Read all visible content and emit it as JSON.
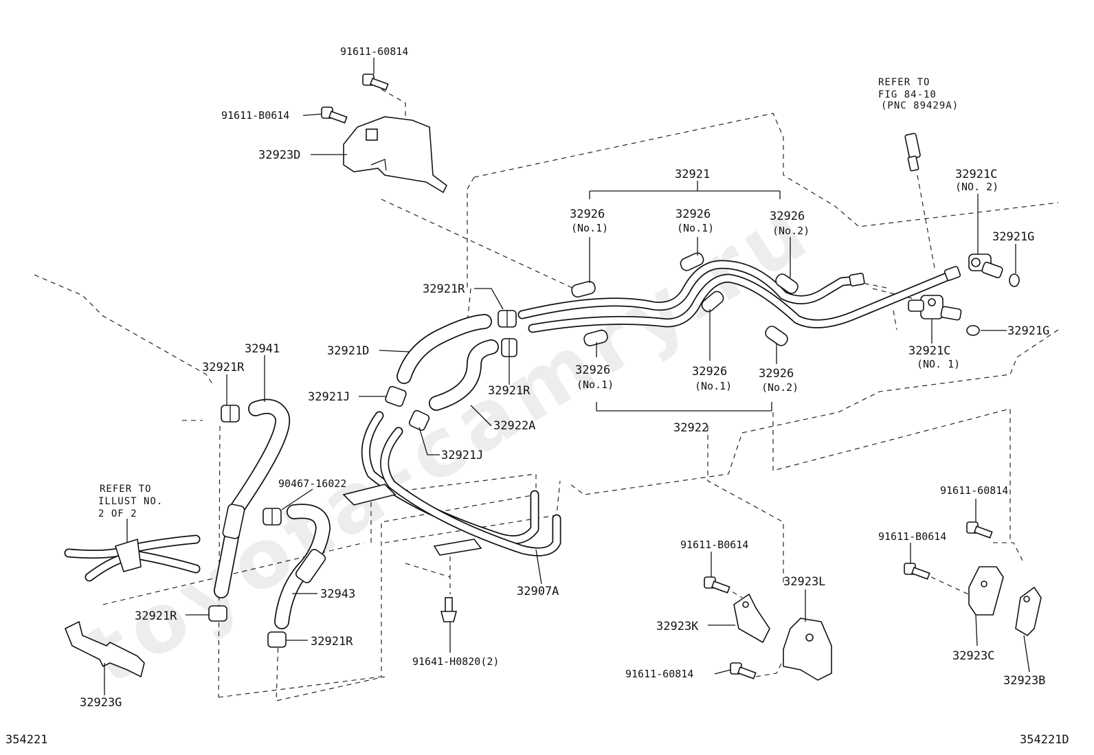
{
  "watermark": "toyota-camry.ru",
  "diagram_code_left": "354221",
  "diagram_code_right": "354221D",
  "refer_fig": {
    "line1": "REFER TO",
    "line2": "FIG 84-10",
    "line3": "(PNC 89429A)"
  },
  "refer_illust": {
    "line1": "REFER TO",
    "line2": "ILLUST NO.",
    "line3": "2 OF 2"
  },
  "labels": {
    "bolt_60814_top": "91611-60814",
    "bolt_b0614_top": "91611-B0614",
    "bracket_d": "32923D",
    "pipe_32921": "32921",
    "ins_a1": "32926",
    "ins_a1_note": "(No.1)",
    "ins_a2": "32926",
    "ins_a2_note": "(No.1)",
    "ins_a3": "32926",
    "ins_a3_note": "(No.2)",
    "union_c2": "32921C",
    "union_c2_note": "(NO. 2)",
    "gasket_g_top": "32921G",
    "clamp_r_top": "32921R",
    "hose_d": "32921D",
    "hose_32941": "32941",
    "clamp_r_left": "32921R",
    "clamp_j_left": "32921J",
    "clamp_r_mid": "32921R",
    "hose_a": "32922A",
    "clamp_j_mid": "32921J",
    "ins_b1": "32926",
    "ins_b1_note": "(No.1)",
    "ins_b2": "32926",
    "ins_b2_note": "(No.1)",
    "ins_b3": "32926",
    "ins_b3_note": "(No.2)",
    "pipe_32922": "32922",
    "gasket_g_right": "32921G",
    "union_c1": "32921C",
    "union_c1_note": "(NO. 1)",
    "nut_90467": "90467-16022",
    "hose_32943": "32943",
    "pipe_32907a": "32907A",
    "clamp_r_bottom_left": "32921R",
    "clamp_r_bottom_mid": "32921R",
    "bracket_g": "32923G",
    "stud_91641": "91641-H0820(2)",
    "bolt_b0614_mid": "91611-B0614",
    "bracket_l": "32923L",
    "bracket_k": "32923K",
    "bolt_60814_mid": "91611-60814",
    "bolt_60814_right": "91611-60814",
    "bolt_b0614_right": "91611-B0614",
    "bracket_c": "32923C",
    "bracket_b": "32923B"
  }
}
